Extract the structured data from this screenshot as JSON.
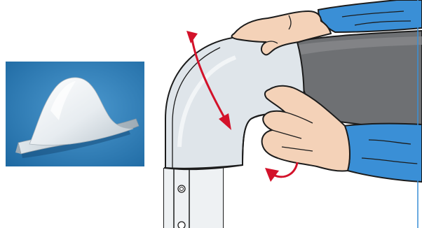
{
  "figure": {
    "panels": [
      {
        "kind": "photo",
        "subject": "elbow-cover-component-photo"
      },
      {
        "kind": "line-illustration",
        "subject": "hands-fitting-elbow-cover-onto-pipe-bend"
      }
    ],
    "colors": {
      "photo_background": "#2f7fb5",
      "cover_piece": "#e8edf1",
      "pipe_cover_fill": "#dfe5ea",
      "insulated_pipe": "#6e7073",
      "sleeve": "#3a8fd6",
      "skin": "#f4d2b8",
      "arrow": "#d3122a",
      "outline": "#1c1c1c"
    },
    "arrows": [
      {
        "name": "rotate-down-arrow",
        "direction": "clockwise"
      },
      {
        "name": "rotate-back-arrow",
        "direction": "counter-clockwise"
      }
    ]
  }
}
